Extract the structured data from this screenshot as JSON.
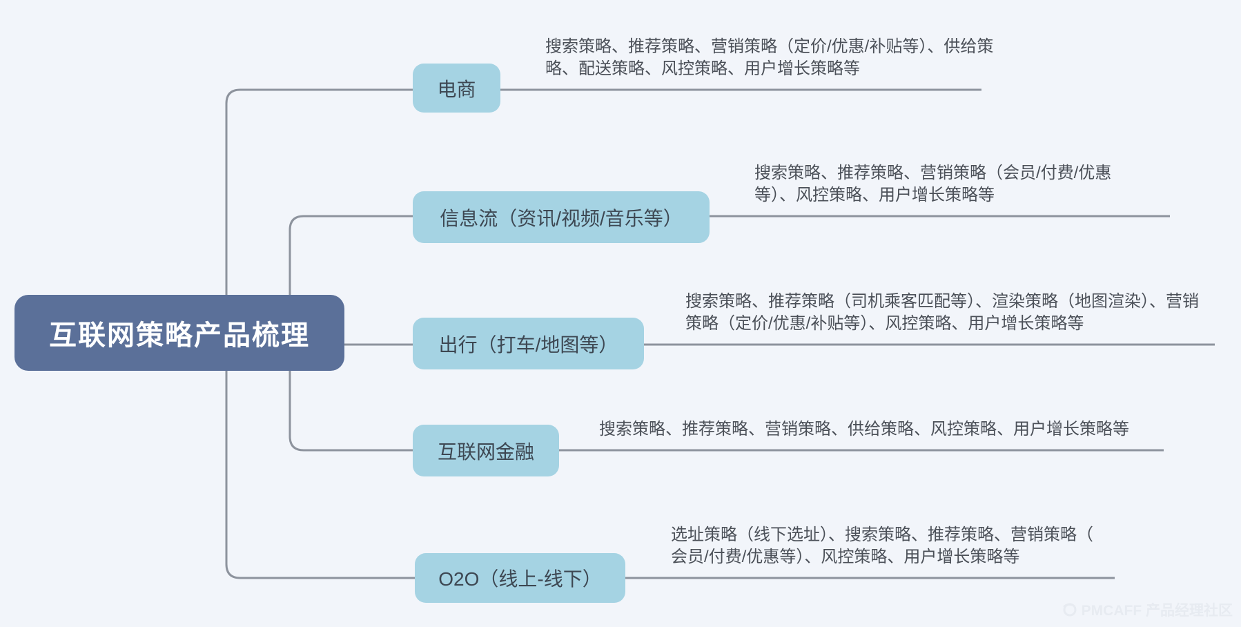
{
  "root": {
    "label": "互联网策略产品梳理"
  },
  "branches": [
    {
      "label": "电商",
      "detail": "搜索策略、推荐策略、营销策略（定价/优惠/补贴等）、供给策略、配送策略、风控策略、用户增长策略等"
    },
    {
      "label": "信息流（资讯/视频/音乐等）",
      "detail": "搜索策略、推荐策略、营销策略（会员/付费/优惠等）、风控策略、用户增长策略等"
    },
    {
      "label": "出行（打车/地图等）",
      "detail": "搜索策略、推荐策略（司机乘客匹配等）、渲染策略（地图渲染）、营销策略（定价/优惠/补贴等）、风控策略、用户增长策略等"
    },
    {
      "label": "互联网金融",
      "detail": "搜索策略、推荐策略、营销策略、供给策略、风控策略、用户增长策略等"
    },
    {
      "label": "O2O（线上-线下）",
      "detail": "选址策略（线下选址）、搜索策略、推荐策略、营销策略（会员/付费/优惠等）、风控策略、用户增长策略等"
    }
  ],
  "watermark": {
    "text": "PMCAFF 产品经理社区",
    "icon": "pmcaff-cup-icon"
  },
  "colors": {
    "background": "#f2f5fa",
    "root_fill": "#5b7099",
    "root_text": "#ffffff",
    "branch_fill": "#a5d3e3",
    "branch_text": "#3d4752",
    "detail_text": "#4b5058",
    "connector_line": "#8d939d"
  }
}
